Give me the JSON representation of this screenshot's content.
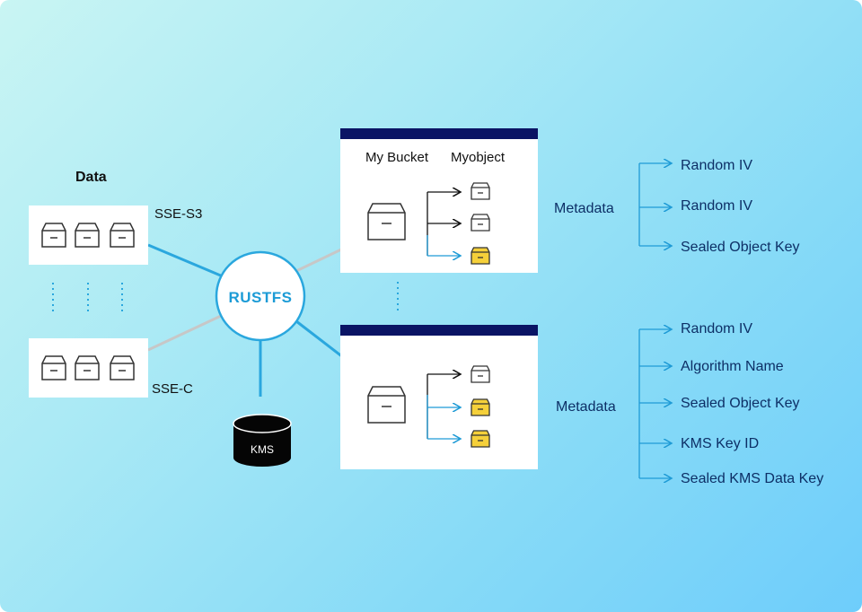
{
  "data_label": "Data",
  "sse_s3_label": "SSE-S3",
  "sse_c_label": "SSE-C",
  "center_label": "RUSTFS",
  "kms_label": "KMS",
  "bucket_label": "My Bucket",
  "object_label": "Myobject",
  "metadata_top": {
    "label": "Metadata",
    "items": [
      "Random IV",
      "Random IV",
      "Sealed Object Key"
    ]
  },
  "metadata_bottom": {
    "label": "Metadata",
    "items": [
      "Random IV",
      "Algorithm Name",
      "Sealed Object Key",
      "KMS Key ID",
      "Sealed KMS Data Key"
    ]
  },
  "colors": {
    "accent": "#29a6dd",
    "navy": "#0a1464",
    "sealed": "#f5d03a",
    "text_blue": "#0d2f66"
  }
}
